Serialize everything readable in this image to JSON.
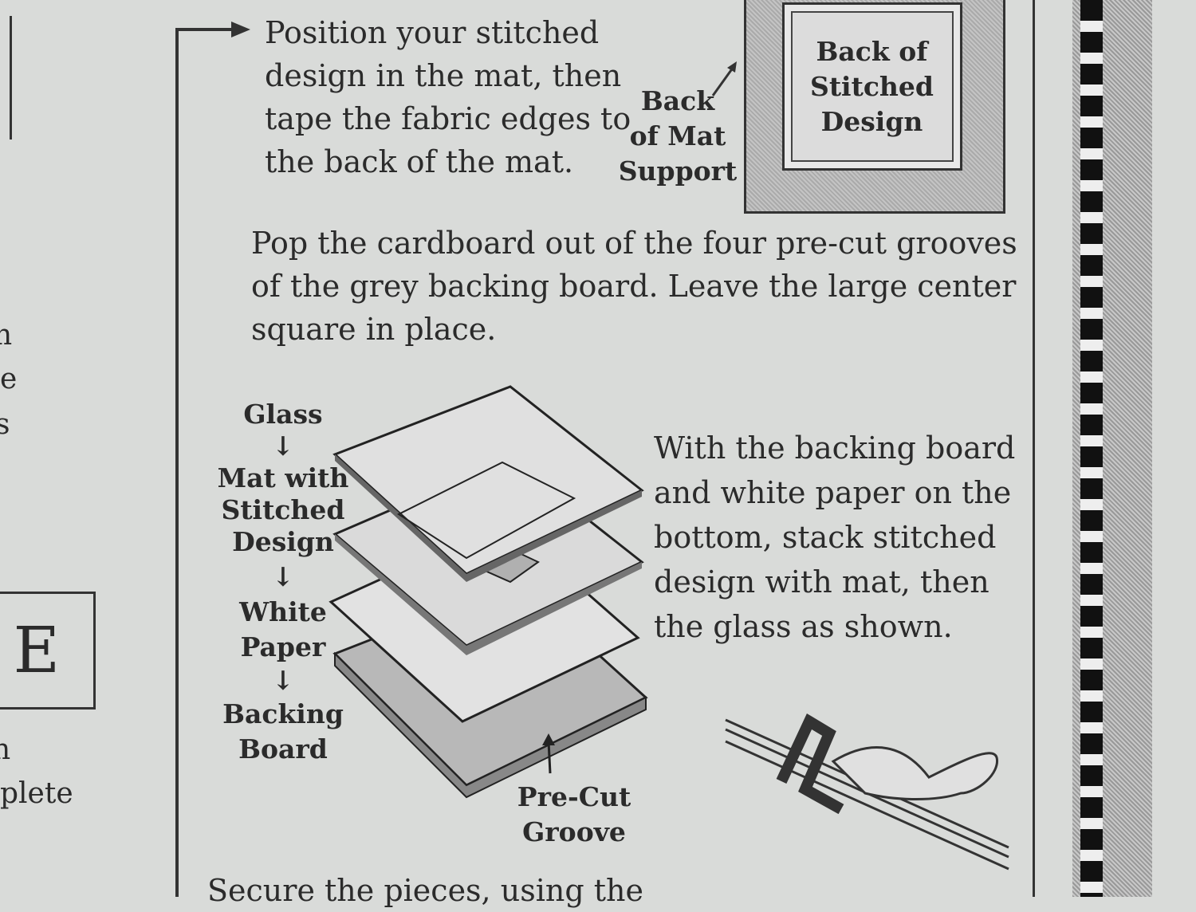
{
  "left_fragments": [
    "n",
    "e",
    "s",
    "E",
    "n",
    "plete"
  ],
  "step_position": {
    "lines": [
      "Position your stitched",
      "design in the mat, then",
      "tape the fabric edges to",
      "the back of the mat."
    ]
  },
  "mat_labels": {
    "back_of_mat_support": [
      "Back",
      "of Mat",
      "Support"
    ],
    "back_of_stitched_design": [
      "Back of",
      "Stitched",
      "Design"
    ]
  },
  "step_pop": {
    "lines": [
      "Pop the cardboard out of the four pre-cut grooves",
      "of the grey backing board. Leave the large center",
      "square in place."
    ]
  },
  "stack_labels": {
    "glass": "Glass",
    "mat": [
      "Mat with",
      "Stitched",
      "Design"
    ],
    "paper": [
      "White",
      "Paper"
    ],
    "board": [
      "Backing",
      "Board"
    ],
    "groove": [
      "Pre-Cut",
      "Groove"
    ]
  },
  "step_stack": {
    "lines": [
      "With the backing board",
      "and white paper on the",
      "bottom, stack stitched",
      "design with mat, then",
      "the glass as shown."
    ]
  },
  "step_secure": "Secure the pieces, using the"
}
